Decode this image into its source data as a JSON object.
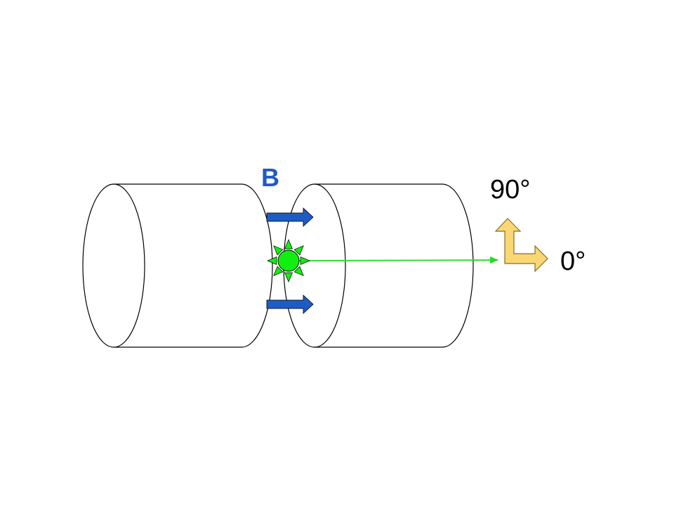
{
  "labels": {
    "field": "B",
    "angle_up": "90°",
    "angle_right": "0°"
  },
  "colors": {
    "field_arrow": "#1f5bc4",
    "field_label": "#1f5bc4",
    "beam": "#22dd22",
    "source": "#11ee11",
    "axis_arrow_fill": "#fbd774",
    "axis_arrow_stroke": "#8a6d1e",
    "outline": "#000000"
  },
  "icons": {
    "source": "sun-burst-icon",
    "field": "right-arrow-icon",
    "axes": "corner-arrow-icon"
  }
}
